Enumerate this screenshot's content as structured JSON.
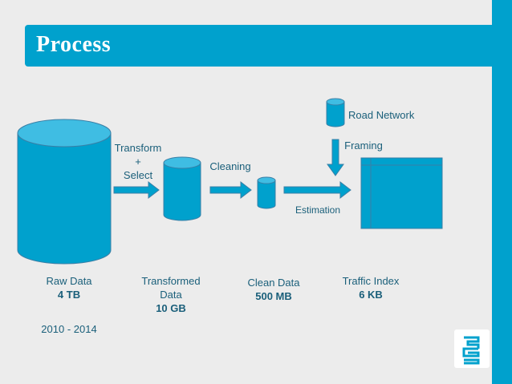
{
  "title": "Process",
  "steps": {
    "transform": [
      "Transform",
      "+",
      "Select"
    ],
    "cleaning": "Cleaning",
    "estimation": "Estimation",
    "framing": "Framing",
    "road_network": "Road Network"
  },
  "nodes": {
    "raw": {
      "name": "Raw Data",
      "size": "4 TB",
      "period": "2010 - 2014"
    },
    "transformed": {
      "name_line1": "Transformed",
      "name_line2": "Data",
      "size": "10 GB"
    },
    "clean": {
      "name": "Clean Data",
      "size": "500 MB"
    },
    "traffic": {
      "name": "Traffic Index",
      "size": "6 KB"
    }
  },
  "colors": {
    "accent": "#00a1cd",
    "text": "#1a5f7a",
    "background": "#ececec"
  },
  "icons": {
    "logo": "cbs-logo"
  }
}
